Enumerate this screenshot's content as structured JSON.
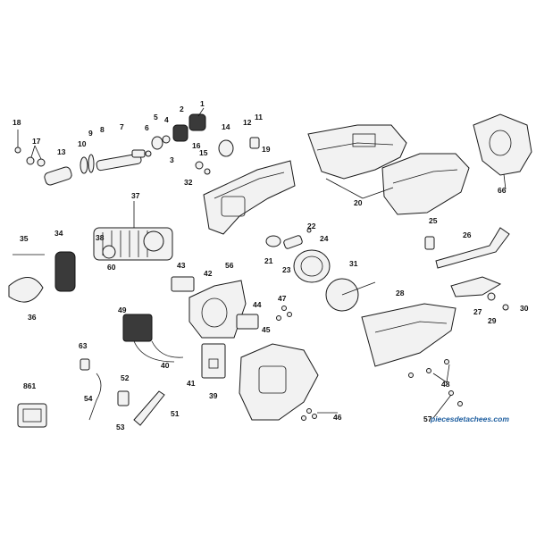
{
  "diagram": {
    "callouts": [
      {
        "id": "c1",
        "label": "1"
      },
      {
        "id": "c2",
        "label": "2"
      },
      {
        "id": "c3",
        "label": "3"
      },
      {
        "id": "c4",
        "label": "4"
      },
      {
        "id": "c5",
        "label": "5"
      },
      {
        "id": "c6",
        "label": "6"
      },
      {
        "id": "c7",
        "label": "7"
      },
      {
        "id": "c8",
        "label": "8"
      },
      {
        "id": "c9",
        "label": "9"
      },
      {
        "id": "c10",
        "label": "10"
      },
      {
        "id": "c11",
        "label": "11"
      },
      {
        "id": "c12",
        "label": "12"
      },
      {
        "id": "c13",
        "label": "13"
      },
      {
        "id": "c14",
        "label": "14"
      },
      {
        "id": "c15",
        "label": "15"
      },
      {
        "id": "c16",
        "label": "16"
      },
      {
        "id": "c17",
        "label": "17"
      },
      {
        "id": "c18",
        "label": "18"
      },
      {
        "id": "c19",
        "label": "19"
      },
      {
        "id": "c20",
        "label": "20"
      },
      {
        "id": "c21",
        "label": "21"
      },
      {
        "id": "c22",
        "label": "22"
      },
      {
        "id": "c23",
        "label": "23"
      },
      {
        "id": "c24",
        "label": "24"
      },
      {
        "id": "c25",
        "label": "25"
      },
      {
        "id": "c26",
        "label": "26"
      },
      {
        "id": "c27",
        "label": "27"
      },
      {
        "id": "c28",
        "label": "28"
      },
      {
        "id": "c29",
        "label": "29"
      },
      {
        "id": "c30",
        "label": "30"
      },
      {
        "id": "c31",
        "label": "31"
      },
      {
        "id": "c32",
        "label": "32"
      },
      {
        "id": "c34",
        "label": "34"
      },
      {
        "id": "c35",
        "label": "35"
      },
      {
        "id": "c36",
        "label": "36"
      },
      {
        "id": "c37",
        "label": "37"
      },
      {
        "id": "c38",
        "label": "38"
      },
      {
        "id": "c39",
        "label": "39"
      },
      {
        "id": "c40",
        "label": "40"
      },
      {
        "id": "c41",
        "label": "41"
      },
      {
        "id": "c42",
        "label": "42"
      },
      {
        "id": "c43",
        "label": "43"
      },
      {
        "id": "c44",
        "label": "44"
      },
      {
        "id": "c45",
        "label": "45"
      },
      {
        "id": "c46",
        "label": "46"
      },
      {
        "id": "c47",
        "label": "47"
      },
      {
        "id": "c48",
        "label": "48"
      },
      {
        "id": "c49",
        "label": "49"
      },
      {
        "id": "c51",
        "label": "51"
      },
      {
        "id": "c52",
        "label": "52"
      },
      {
        "id": "c53",
        "label": "53"
      },
      {
        "id": "c54",
        "label": "54"
      },
      {
        "id": "c56",
        "label": "56"
      },
      {
        "id": "c57",
        "label": "57"
      },
      {
        "id": "c60",
        "label": "60"
      },
      {
        "id": "c63",
        "label": "63"
      },
      {
        "id": "c66",
        "label": "66"
      },
      {
        "id": "c861",
        "label": "861"
      }
    ],
    "watermark": "piecesdetachees.com"
  },
  "colors": {
    "line": "#1a1a1a",
    "watermark": "#1f5fa0"
  }
}
